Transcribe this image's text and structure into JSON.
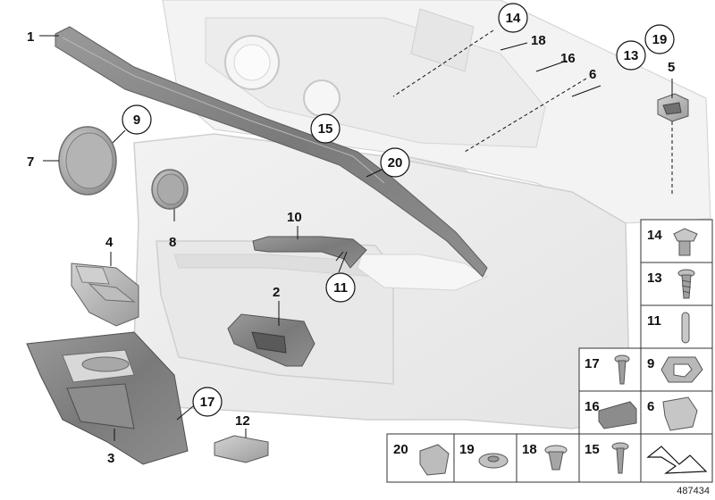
{
  "diagram": {
    "reference_number": "487434",
    "plain_callouts": {
      "p1": "1",
      "p2": "2",
      "p3": "3",
      "p4": "4",
      "p5": "5",
      "p6": "6",
      "p7": "7",
      "p8": "8",
      "p10": "10",
      "p12": "12",
      "p16": "16",
      "p18": "18"
    },
    "circled_callouts": {
      "c9": "9",
      "c11": "11",
      "c13": "13",
      "c14": "14",
      "c15": "15",
      "c17": "17",
      "c19": "19",
      "c20": "20"
    },
    "legend": {
      "r14": "14",
      "r13": "13",
      "r11": "11",
      "r17": "17",
      "r9": "9",
      "r16": "16",
      "r6": "6",
      "r20": "20",
      "r19": "19",
      "r18": "18",
      "r15": "15"
    }
  }
}
